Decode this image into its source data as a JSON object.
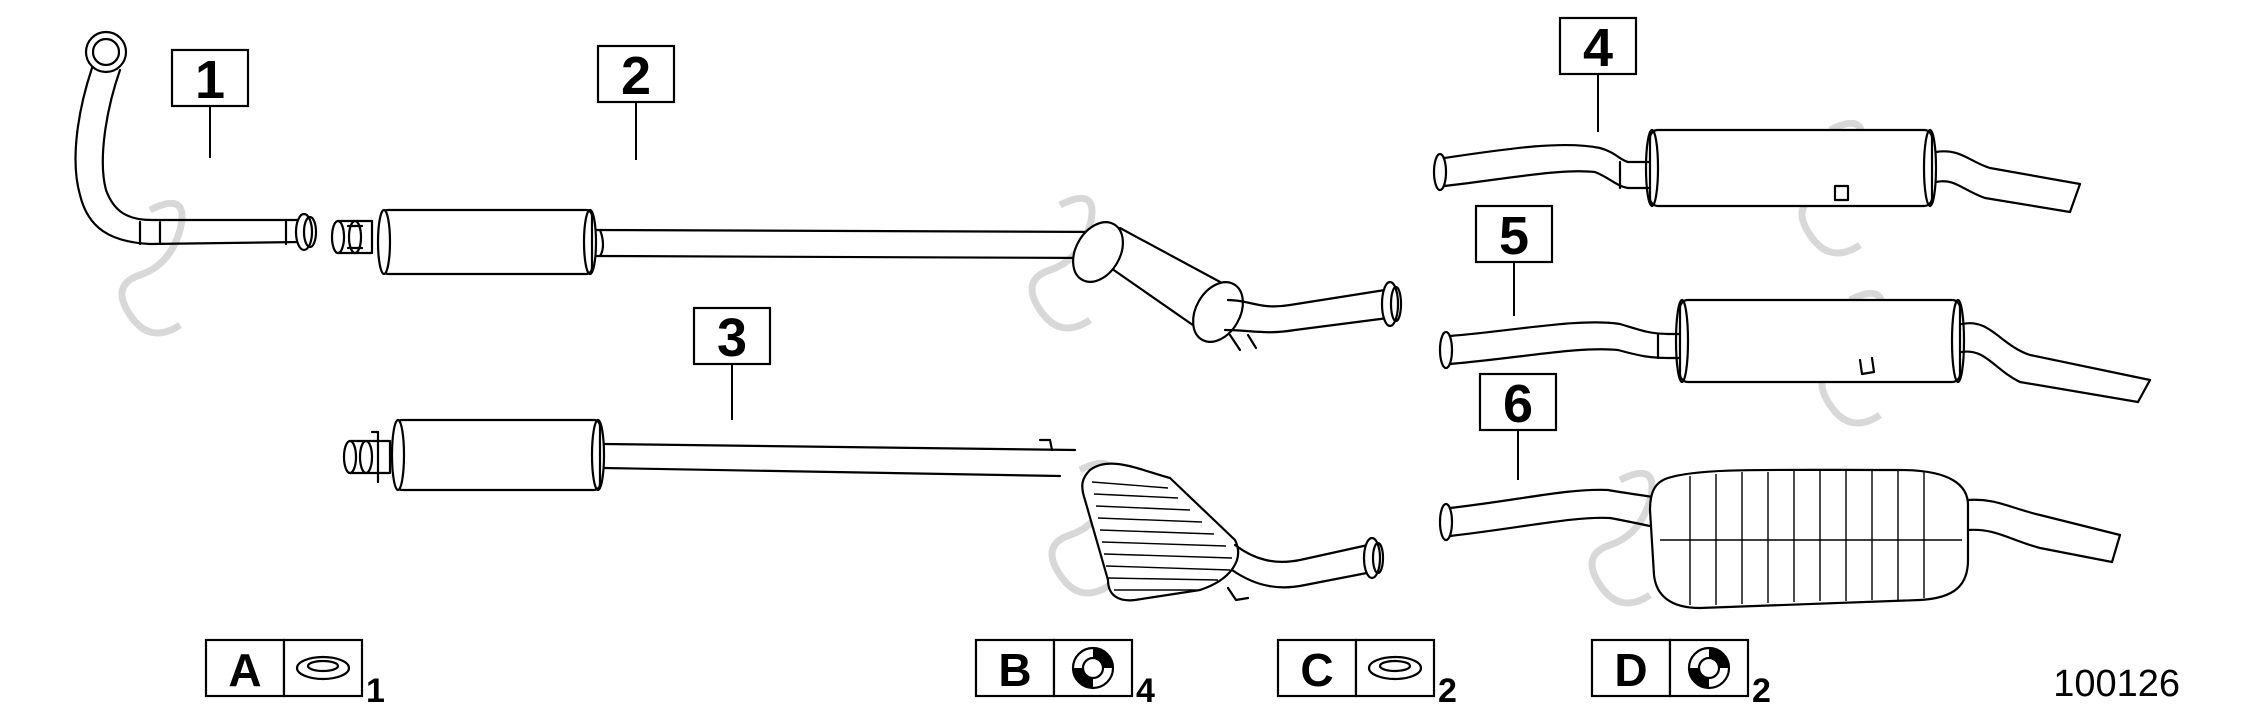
{
  "callouts": [
    {
      "id": "1"
    },
    {
      "id": "2"
    },
    {
      "id": "3"
    },
    {
      "id": "4"
    },
    {
      "id": "5"
    },
    {
      "id": "6"
    }
  ],
  "legend": [
    {
      "letter": "A",
      "icon": "gasket-ring-icon",
      "quantity": "1"
    },
    {
      "letter": "B",
      "icon": "seal-ring-icon",
      "quantity": "4"
    },
    {
      "letter": "C",
      "icon": "gasket-ring-icon",
      "quantity": "2"
    },
    {
      "letter": "D",
      "icon": "seal-ring-icon",
      "quantity": "2"
    }
  ],
  "diagram_id": "100126",
  "colors": {
    "line": "#000000",
    "watermark": "#d8d8d8",
    "background": "#ffffff"
  }
}
